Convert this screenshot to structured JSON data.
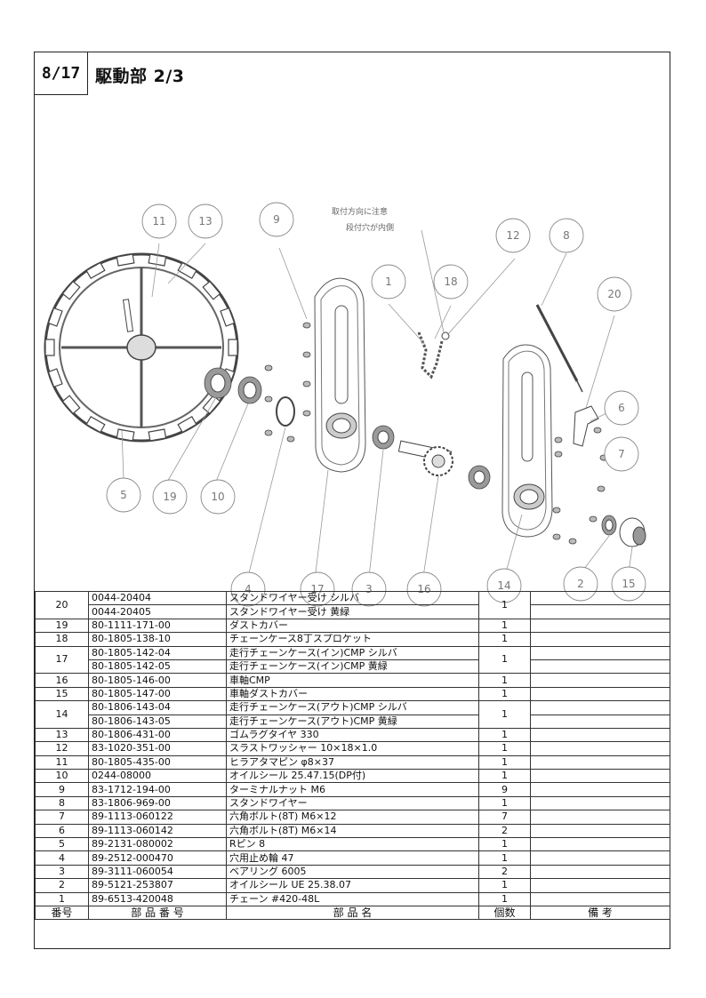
{
  "header": {
    "page": "8/17",
    "title": "駆動部 2/3"
  },
  "diagram": {
    "note_line1": "取付方向に注意",
    "note_line2": "段付穴が内側",
    "callouts": [
      "11",
      "13",
      "9",
      "1",
      "18",
      "12",
      "8",
      "20",
      "6",
      "7",
      "5",
      "19",
      "10",
      "4",
      "17",
      "3",
      "16",
      "14",
      "2",
      "15"
    ]
  },
  "table": {
    "headers": {
      "no": "番号",
      "part_no": "部 品 番 号",
      "name": "部 品 名",
      "qty": "個数",
      "remarks": "備 考"
    },
    "rows": [
      {
        "no": "20",
        "variants": [
          {
            "part_no": "0044-20404",
            "name": "スタンドワイヤー受け シルバ"
          },
          {
            "part_no": "0044-20405",
            "name": "スタンドワイヤー受け 黄緑"
          }
        ],
        "qty": "1"
      },
      {
        "no": "19",
        "variants": [
          {
            "part_no": "80-1111-171-00",
            "name": "ダストカバー"
          }
        ],
        "qty": "1"
      },
      {
        "no": "18",
        "variants": [
          {
            "part_no": "80-1805-138-10",
            "name": "チェーンケース8丁スプロケット"
          }
        ],
        "qty": "1"
      },
      {
        "no": "17",
        "variants": [
          {
            "part_no": "80-1805-142-04",
            "name": "走行チェーンケース(イン)CMP シルバ"
          },
          {
            "part_no": "80-1805-142-05",
            "name": "走行チェーンケース(イン)CMP 黄緑"
          }
        ],
        "qty": "1"
      },
      {
        "no": "16",
        "variants": [
          {
            "part_no": "80-1805-146-00",
            "name": "車軸CMP"
          }
        ],
        "qty": "1"
      },
      {
        "no": "15",
        "variants": [
          {
            "part_no": "80-1805-147-00",
            "name": "車軸ダストカバー"
          }
        ],
        "qty": "1"
      },
      {
        "no": "14",
        "variants": [
          {
            "part_no": "80-1806-143-04",
            "name": "走行チェーンケース(アウト)CMP シルバ"
          },
          {
            "part_no": "80-1806-143-05",
            "name": "走行チェーンケース(アウト)CMP 黄緑"
          }
        ],
        "qty": "1"
      },
      {
        "no": "13",
        "variants": [
          {
            "part_no": "80-1806-431-00",
            "name": "ゴムラグタイヤ 330"
          }
        ],
        "qty": "1"
      },
      {
        "no": "12",
        "variants": [
          {
            "part_no": "83-1020-351-00",
            "name": "スラストワッシャー 10×18×1.0"
          }
        ],
        "qty": "1"
      },
      {
        "no": "11",
        "variants": [
          {
            "part_no": "80-1805-435-00",
            "name": "ヒラアタマピン φ8×37"
          }
        ],
        "qty": "1"
      },
      {
        "no": "10",
        "variants": [
          {
            "part_no": "0244-08000",
            "name": "オイルシール 25.47.15(DP付)"
          }
        ],
        "qty": "1"
      },
      {
        "no": "9",
        "variants": [
          {
            "part_no": "83-1712-194-00",
            "name": "ターミナルナット M6"
          }
        ],
        "qty": "9"
      },
      {
        "no": "8",
        "variants": [
          {
            "part_no": "83-1806-969-00",
            "name": "スタンドワイヤー"
          }
        ],
        "qty": "1"
      },
      {
        "no": "7",
        "variants": [
          {
            "part_no": "89-1113-060122",
            "name": "六角ボルト(8T) M6×12"
          }
        ],
        "qty": "7"
      },
      {
        "no": "6",
        "variants": [
          {
            "part_no": "89-1113-060142",
            "name": "六角ボルト(8T) M6×14"
          }
        ],
        "qty": "2"
      },
      {
        "no": "5",
        "variants": [
          {
            "part_no": "89-2131-080002",
            "name": "Rピン 8"
          }
        ],
        "qty": "1"
      },
      {
        "no": "4",
        "variants": [
          {
            "part_no": "89-2512-000470",
            "name": "穴用止め輪 47"
          }
        ],
        "qty": "1"
      },
      {
        "no": "3",
        "variants": [
          {
            "part_no": "89-3111-060054",
            "name": "ベアリング 6005"
          }
        ],
        "qty": "2"
      },
      {
        "no": "2",
        "variants": [
          {
            "part_no": "89-5121-253807",
            "name": "オイルシール UE 25.38.07"
          }
        ],
        "qty": "1"
      },
      {
        "no": "1",
        "variants": [
          {
            "part_no": "89-6513-420048",
            "name": "チェーン #420-48L"
          }
        ],
        "qty": "1"
      }
    ]
  }
}
